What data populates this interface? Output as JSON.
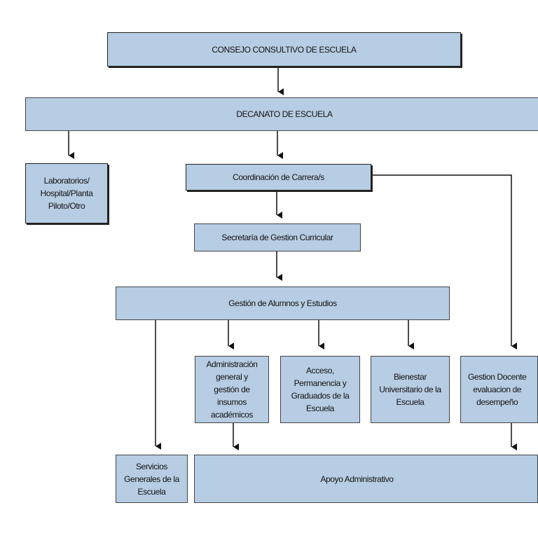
{
  "diagram": {
    "nodes": {
      "consejo": "CONSEJO CONSULTIVO DE ESCUELA",
      "decanato": "DECANATO DE ESCUELA",
      "laboratorios": "Laboratorios/\nHospital/Planta\nPiloto/Otro",
      "coordinacion": "Coordinación de Carrera/s",
      "secretaria": "Secretaría de Gestion Curricular",
      "gestion_alumnos": "Gestión de Alumnos y Estudios",
      "administracion": "Administración\ngeneral y\ngestión de\ninsumos\nacadémicos",
      "acceso": "Acceso,\nPermanencia y\nGraduados de la\nEscuela",
      "bienestar": "Bienestar\nUniversitario de la\nEscuela",
      "gestion_docente": "Gestion Docente\nevaluacion de\ndesempeño",
      "servicios": "Servicios\nGenerales de la\nEscuela",
      "apoyo": "Apoyo Administrativo"
    },
    "colors": {
      "box_fill": "#b6cde3",
      "border": "#222222",
      "connector": "#111111"
    }
  }
}
